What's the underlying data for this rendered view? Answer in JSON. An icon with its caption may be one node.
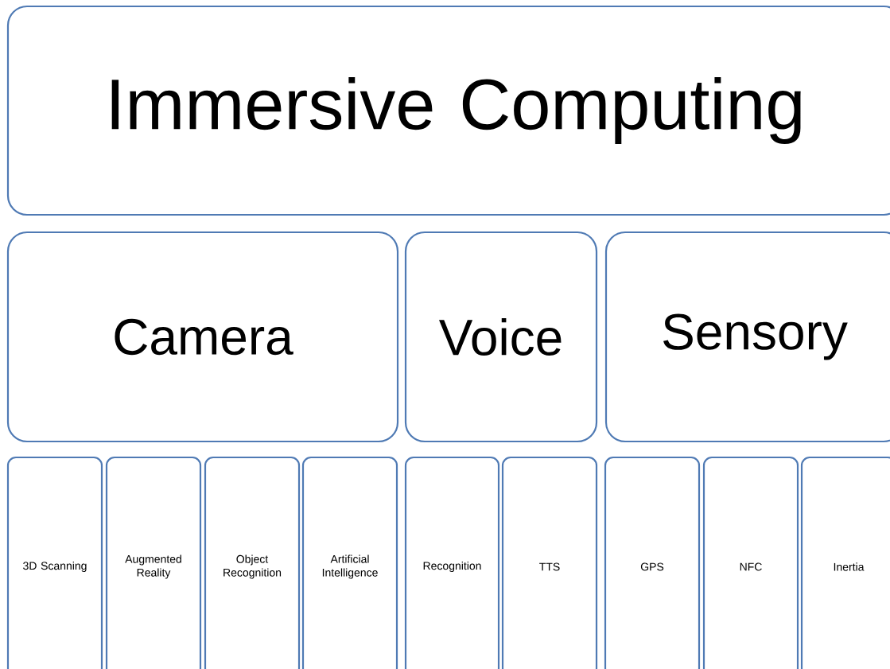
{
  "diagram": {
    "nodes": [
      {
        "text": [
          "Immersive Computing"
        ]
      },
      {
        "text": [
          "Camera"
        ]
      },
      {
        "text": [
          "Voice"
        ]
      },
      {
        "text": [
          "Sensory"
        ]
      },
      {
        "text": [
          "3D Scanning"
        ]
      },
      {
        "text": [
          "Augmented Reality"
        ]
      },
      {
        "text": [
          "Object Recognition"
        ]
      },
      {
        "text": [
          "Artificial Intelligence"
        ]
      },
      {
        "text": [
          "Recognition"
        ]
      },
      {
        "text": [
          "TTS"
        ]
      },
      {
        "text": [
          "GPS"
        ]
      },
      {
        "text": [
          "NFC"
        ]
      },
      {
        "text": [
          "Inertia"
        ]
      }
    ]
  }
}
